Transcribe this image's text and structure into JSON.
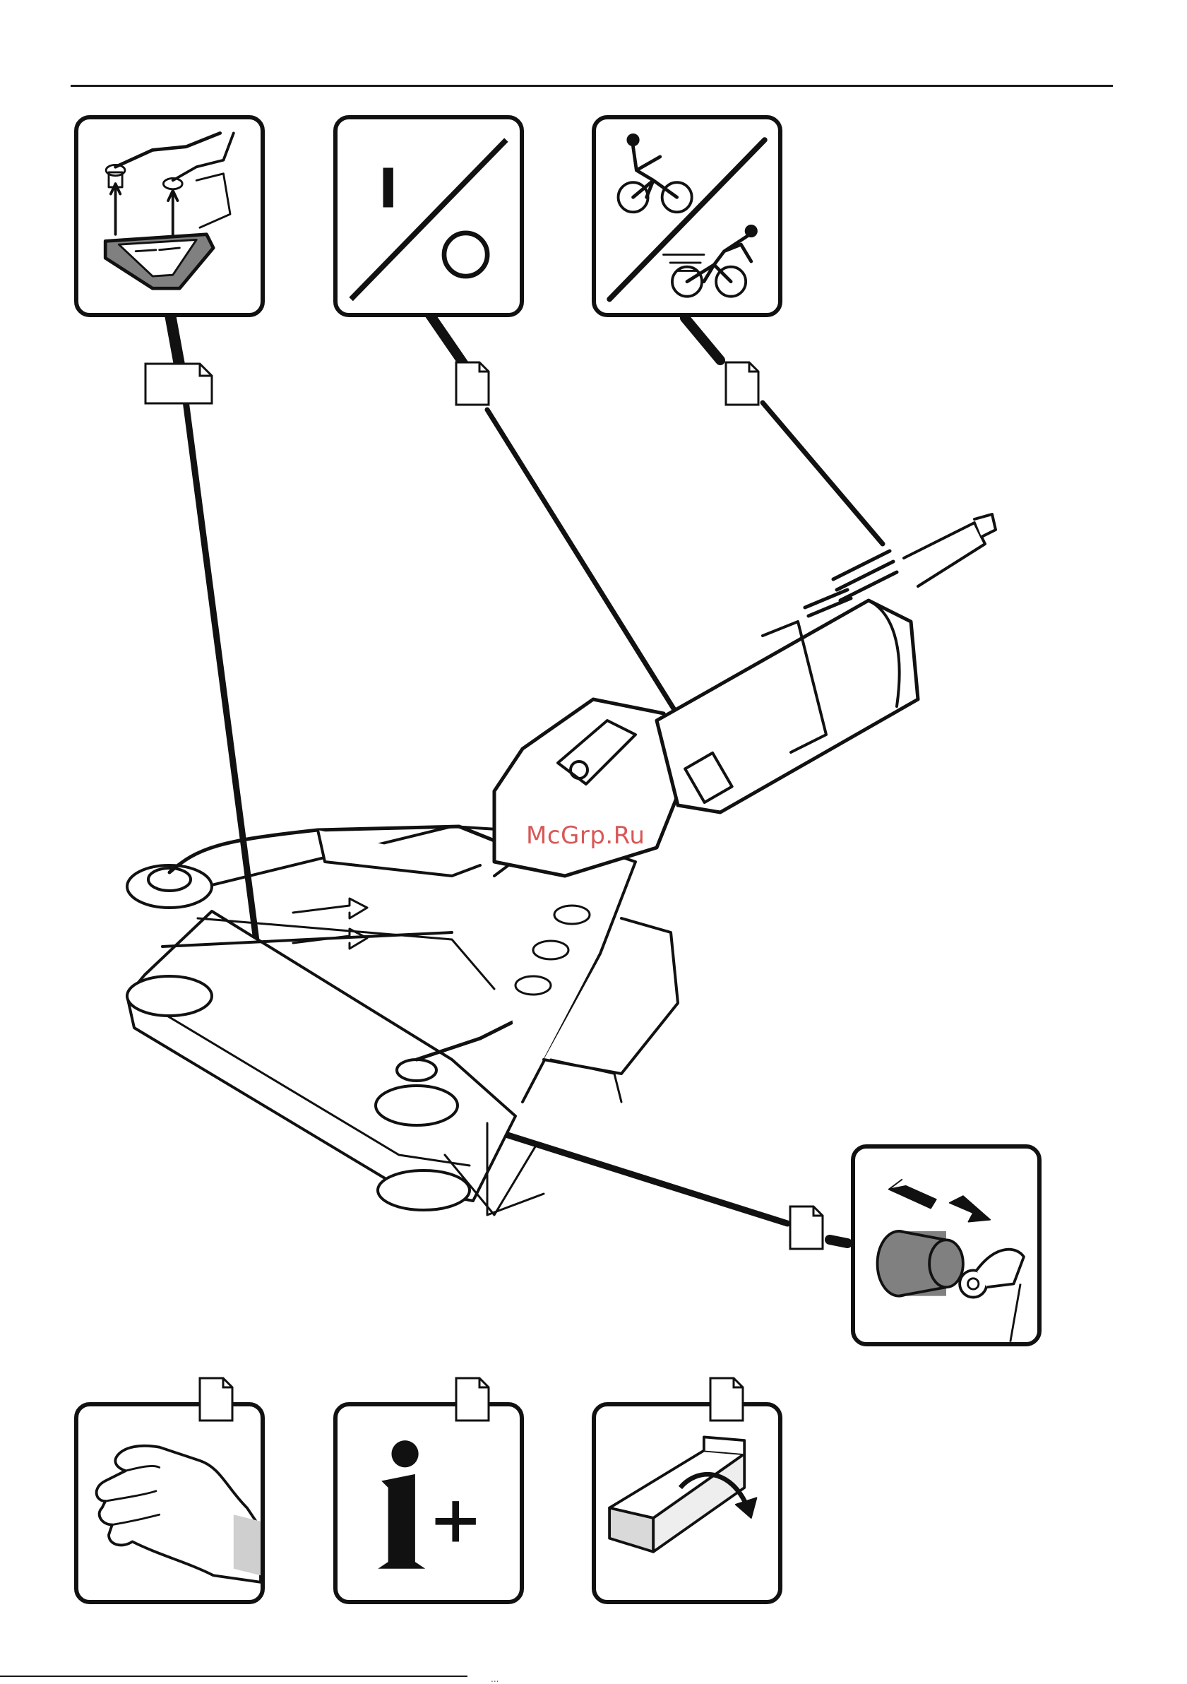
{
  "page": {
    "watermark": "McGrp.Ru",
    "footer_fragment": "..."
  },
  "icons": {
    "callout_document": "document-page-icon",
    "panel_belt_change": "belt-change-icon",
    "panel_on_off": "on-off-switch-icon",
    "panel_speed": "speed-cyclist-icon",
    "panel_roller_adjust": "roller-adjust-icon",
    "panel_hand": "hand-safety-icon",
    "panel_info": "info-plus-icon",
    "panel_open_box": "open-package-icon"
  },
  "labels": {
    "on_symbol": "I",
    "off_symbol": "O"
  },
  "colors": {
    "ink": "#111111",
    "grey_fill": "#808080",
    "watermark": "#d33a3a"
  }
}
